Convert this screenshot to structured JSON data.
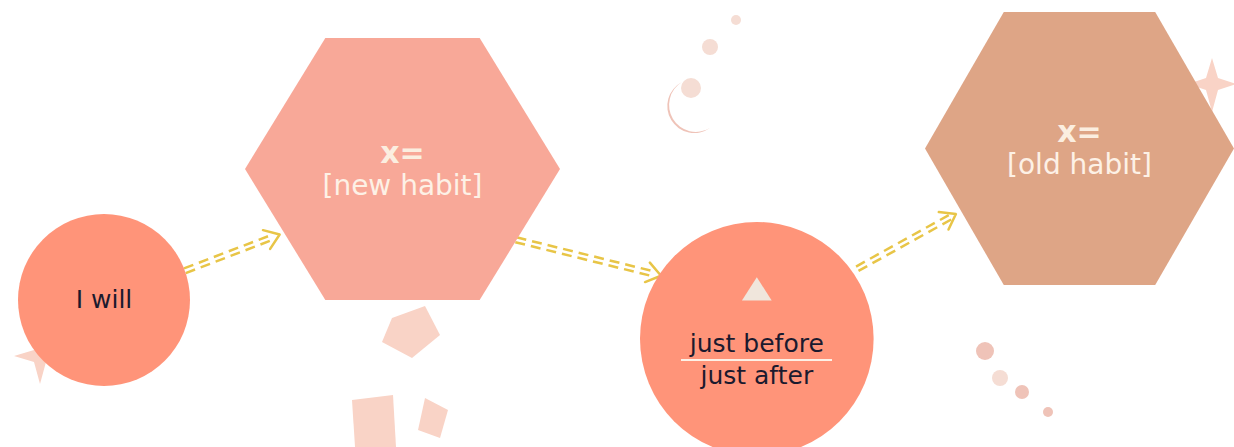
{
  "diagram": {
    "nodes": [
      {
        "text": [
          "I will"
        ]
      },
      {
        "text": [
          "x=",
          "[new habit]"
        ]
      },
      {
        "text": [
          "just before",
          "just after"
        ]
      },
      {
        "text": [
          "x=",
          "[old habit]"
        ]
      }
    ],
    "edges": [
      {
        "from": 0,
        "to": 1,
        "arrow": "to"
      },
      {
        "from": 1,
        "to": 2,
        "arrow": "to"
      },
      {
        "from": 2,
        "to": 3,
        "arrow": "to"
      }
    ]
  }
}
